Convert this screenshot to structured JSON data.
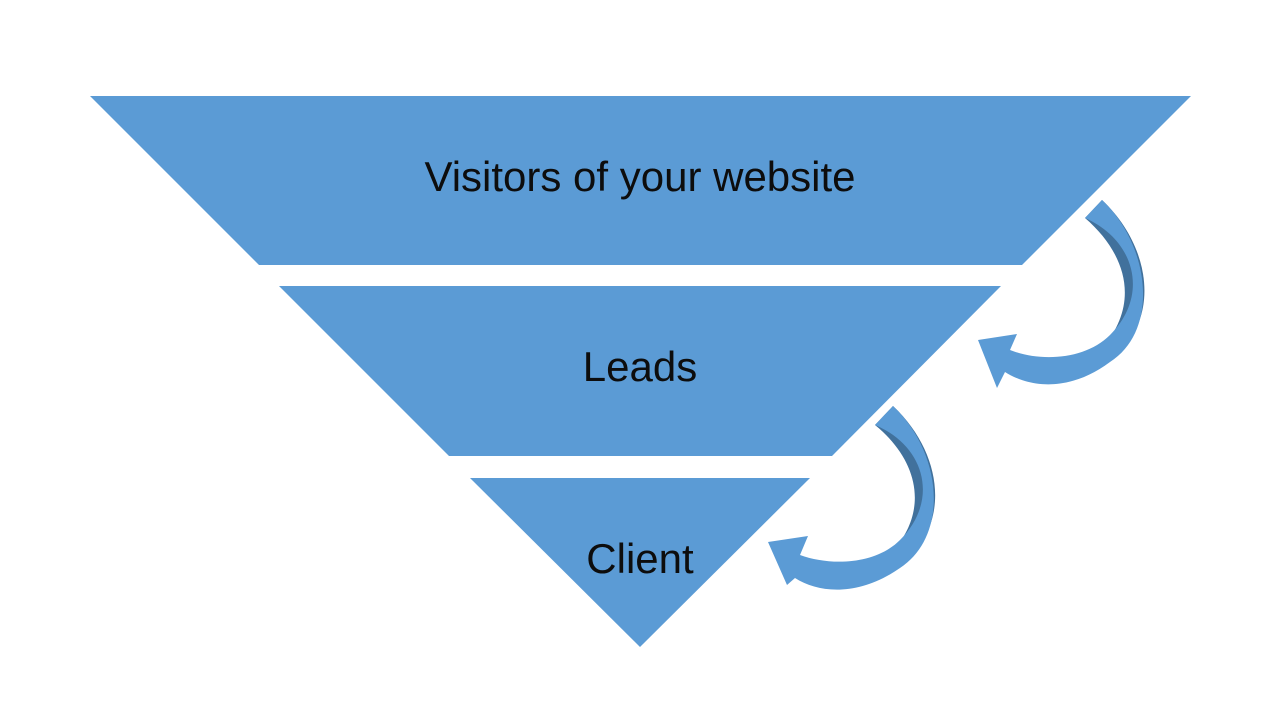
{
  "diagram": {
    "type": "funnel",
    "colors": {
      "stage_fill": "#5b9bd5",
      "arrow_fill": "#5b9bd5",
      "arrow_shade": "#41719c",
      "text": "#0d0d0d",
      "background": "#ffffff"
    },
    "stages": [
      {
        "label": "Visitors of your website"
      },
      {
        "label": "Leads"
      },
      {
        "label": "Client"
      }
    ],
    "transitions": [
      {
        "from": "Visitors of your website",
        "to": "Leads"
      },
      {
        "from": "Leads",
        "to": "Client"
      }
    ]
  }
}
